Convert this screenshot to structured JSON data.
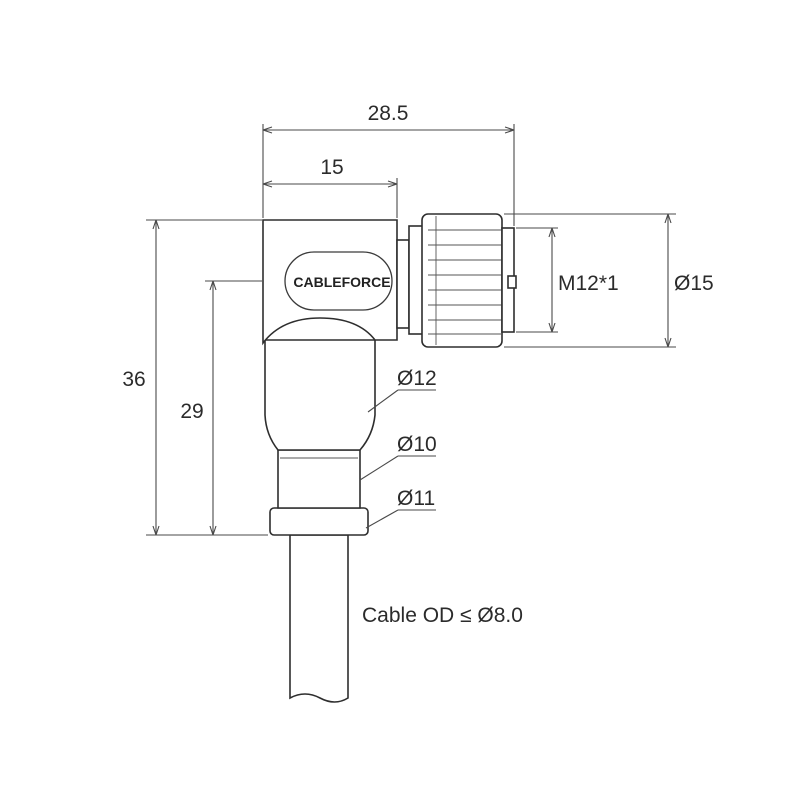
{
  "brand_label": "CABLEFORCE",
  "dimensions": {
    "overall_width": "28.5",
    "body_width": "15",
    "overall_height": "36",
    "body_height": "29",
    "thread": "M12*1",
    "nut_diameter": "Ø15",
    "neck_diameter": "Ø12",
    "waist_diameter": "Ø10",
    "collar_diameter": "Ø11"
  },
  "cable_note": "Cable OD ≤ Ø8.0",
  "colors": {
    "line": "#2e2e2e",
    "background": "#ffffff"
  }
}
